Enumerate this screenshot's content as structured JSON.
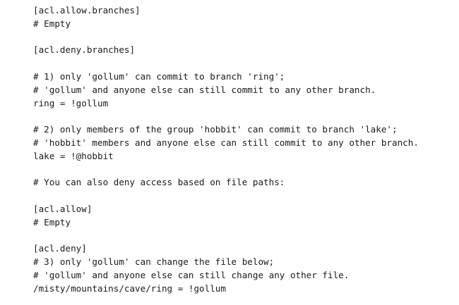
{
  "document": {
    "lines": [
      "[acl.allow.branches]",
      "# Empty",
      "",
      "[acl.deny.branches]",
      "",
      "# 1) only 'gollum' can commit to branch 'ring';",
      "# 'gollum' and anyone else can still commit to any other branch.",
      "ring = !gollum",
      "",
      "# 2) only members of the group 'hobbit' can commit to branch 'lake';",
      "# 'hobbit' members and anyone else can still commit to any other branch.",
      "lake = !@hobbit",
      "",
      "# You can also deny access based on file paths:",
      "",
      "[acl.allow]",
      "# Empty",
      "",
      "[acl.deny]",
      "# 3) only 'gollum' can change the file below;",
      "# 'gollum' and anyone else can still change any other file.",
      "/misty/mountains/cave/ring = !gollum"
    ]
  }
}
